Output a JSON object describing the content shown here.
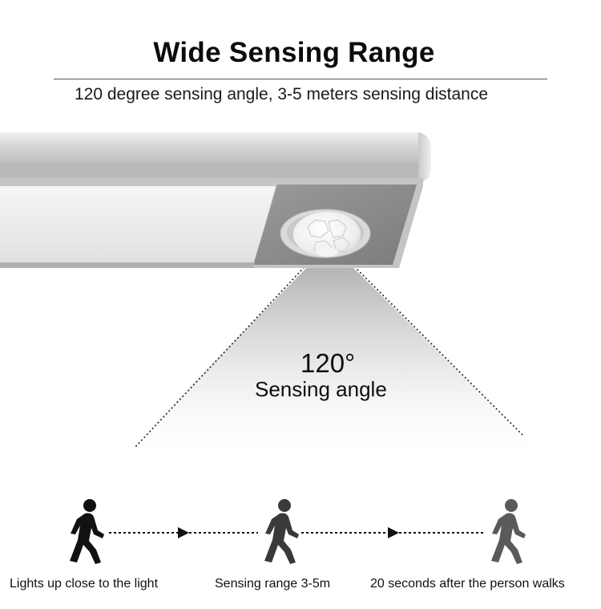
{
  "header": {
    "title": "Wide Sensing Range",
    "subtitle": "120 degree sensing angle, 3-5 meters sensing distance"
  },
  "sensor": {
    "angle_value": "120°",
    "angle_label": "Sensing angle"
  },
  "steps": [
    {
      "caption": "Lights up close to the light",
      "icon": "walking-person-icon",
      "color": "#111111"
    },
    {
      "caption": "Sensing range 3-5m",
      "icon": "walking-person-icon",
      "color": "#3a3a3a"
    },
    {
      "caption": "20 seconds after the person walks",
      "icon": "walking-person-icon",
      "color": "#5a5a5a"
    }
  ],
  "colors": {
    "housing": "#d5d5d5",
    "sensor_panel": "#8c8c8c",
    "light_diffuser": "#ececec"
  }
}
